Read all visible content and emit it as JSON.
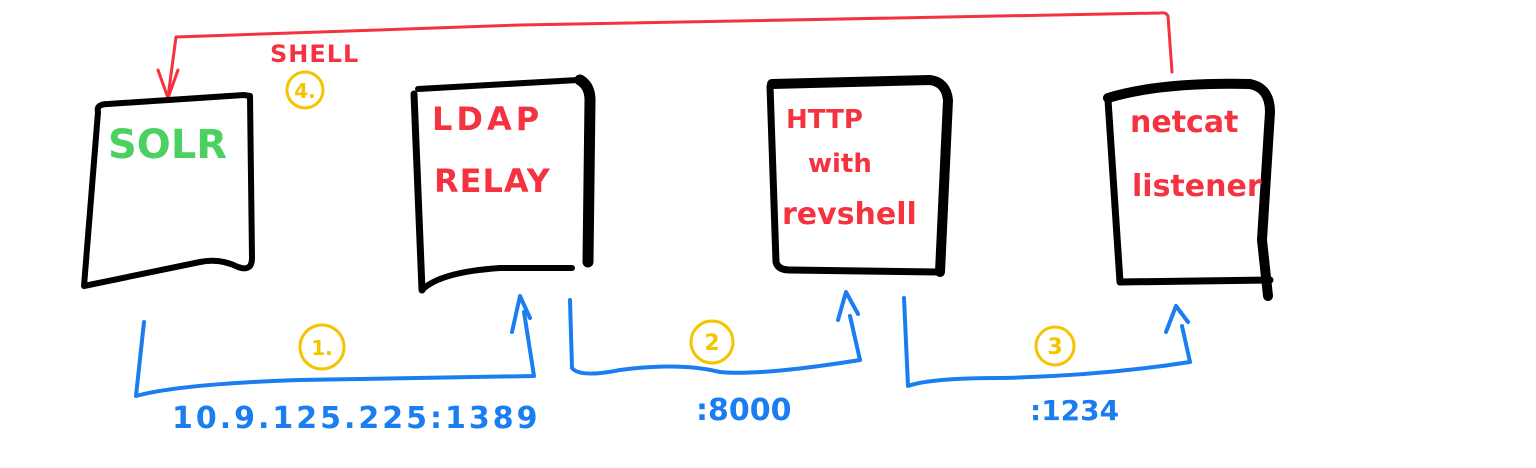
{
  "colors": {
    "box_stroke": "#000000",
    "shell_arrow": "#f5323f",
    "flow_arrow": "#1a7df0",
    "step_marker": "#f5c400",
    "solr_label": "#4cd160",
    "node_label": "#f5323f"
  },
  "nodes": [
    {
      "id": "solr",
      "lines": [
        "SOLR"
      ]
    },
    {
      "id": "ldap-relay",
      "lines": [
        "LDAP",
        "RELAY"
      ]
    },
    {
      "id": "http-server",
      "lines": [
        "HTTP",
        "with",
        "revshell"
      ]
    },
    {
      "id": "netcat-listener",
      "lines": [
        "netcat",
        "listener"
      ]
    }
  ],
  "flows": [
    {
      "step": "1.",
      "from": "solr",
      "to": "ldap-relay",
      "label": "10.9.125.225:1389"
    },
    {
      "step": "2",
      "from": "ldap-relay",
      "to": "http-server",
      "label": ":8000"
    },
    {
      "step": "3",
      "from": "http-server",
      "to": "netcat-listener",
      "label": ":1234"
    },
    {
      "step": "4.",
      "from": "netcat-listener",
      "to": "solr",
      "label": "SHELL"
    }
  ]
}
